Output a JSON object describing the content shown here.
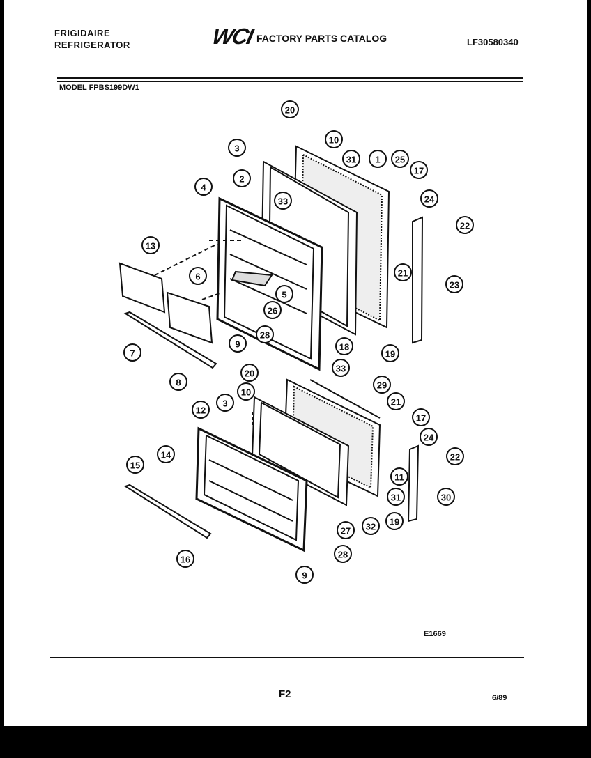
{
  "header": {
    "brand_line1": "FRIGIDAIRE",
    "brand_line2": "REFRIGERATOR",
    "logo": "WCI",
    "catalog_title": "FACTORY PARTS CATALOG",
    "part_number": "LF30580340",
    "model": "MODEL FPBS199DW1"
  },
  "footer": {
    "diagram_code": "E1669",
    "page": "F2",
    "date": "6/89"
  },
  "callouts": [
    {
      "id": "c20a",
      "label": "20"
    },
    {
      "id": "c10a",
      "label": "10"
    },
    {
      "id": "c3a",
      "label": "3"
    },
    {
      "id": "c31a",
      "label": "31"
    },
    {
      "id": "c1",
      "label": "1"
    },
    {
      "id": "c25",
      "label": "25"
    },
    {
      "id": "c17a",
      "label": "17"
    },
    {
      "id": "c4",
      "label": "4"
    },
    {
      "id": "c2",
      "label": "2"
    },
    {
      "id": "c33a",
      "label": "33"
    },
    {
      "id": "c24a",
      "label": "24"
    },
    {
      "id": "c22a",
      "label": "22"
    },
    {
      "id": "c13",
      "label": "13"
    },
    {
      "id": "c21a",
      "label": "21"
    },
    {
      "id": "c6",
      "label": "6"
    },
    {
      "id": "c5",
      "label": "5"
    },
    {
      "id": "c23",
      "label": "23"
    },
    {
      "id": "c26",
      "label": "26"
    },
    {
      "id": "c28a",
      "label": "28"
    },
    {
      "id": "c7",
      "label": "7"
    },
    {
      "id": "c9a",
      "label": "9"
    },
    {
      "id": "c18a",
      "label": "18"
    },
    {
      "id": "c19a",
      "label": "19"
    },
    {
      "id": "c20b",
      "label": "20"
    },
    {
      "id": "c33b",
      "label": "33"
    },
    {
      "id": "c8",
      "label": "8"
    },
    {
      "id": "c10b",
      "label": "10"
    },
    {
      "id": "c29",
      "label": "29"
    },
    {
      "id": "c3b",
      "label": "3"
    },
    {
      "id": "c21b",
      "label": "21"
    },
    {
      "id": "c12",
      "label": "12"
    },
    {
      "id": "c17b",
      "label": "17"
    },
    {
      "id": "c24b",
      "label": "24"
    },
    {
      "id": "c14",
      "label": "14"
    },
    {
      "id": "c22b",
      "label": "22"
    },
    {
      "id": "c15",
      "label": "15"
    },
    {
      "id": "c11",
      "label": "11"
    },
    {
      "id": "c31b",
      "label": "31"
    },
    {
      "id": "c30",
      "label": "30"
    },
    {
      "id": "c32",
      "label": "32"
    },
    {
      "id": "c19b",
      "label": "19"
    },
    {
      "id": "c27",
      "label": "27"
    },
    {
      "id": "c16",
      "label": "16"
    },
    {
      "id": "c28b",
      "label": "28"
    },
    {
      "id": "c9b",
      "label": "9"
    }
  ]
}
